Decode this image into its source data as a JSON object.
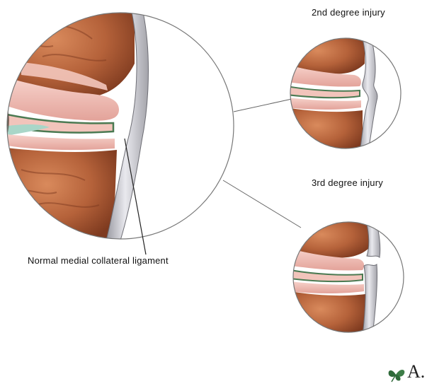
{
  "labels": {
    "main": "Normal medial collateral ligament",
    "second_degree": "2nd degree injury",
    "third_degree": "3rd degree injury"
  },
  "logo": {
    "icon": "leaf-icon",
    "letter": "A."
  },
  "colors": {
    "bone": "#b5623a",
    "bone_dark": "#8a3f22",
    "cartilage": "#f0b9b0",
    "ligament": "#d8d8dc",
    "meniscus_rim": "#4b7a52",
    "tendon": "#a9d6c8"
  }
}
